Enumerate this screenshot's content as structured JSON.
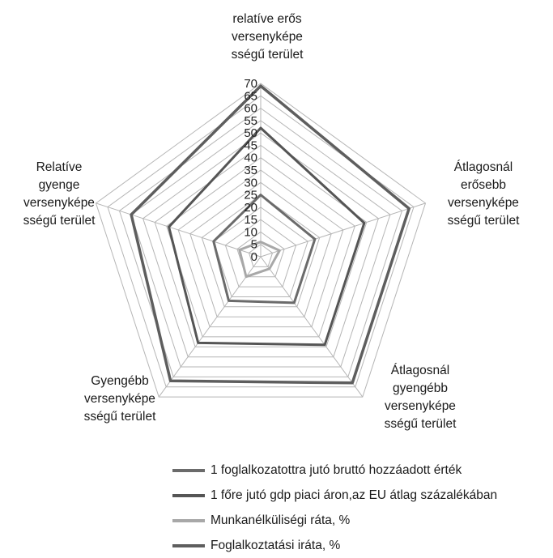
{
  "chart_data": {
    "type": "radar",
    "axes": [
      "relatíve erős\nversenyképe\nsségű terület",
      "Átlagosnál\nerősebb\nversenyképe\nsségű terület",
      "Átlagosnál\ngyengébb\nversenyképe\nsségű terület",
      "Gyengébb\nversenyképe\nsségű terület",
      "Relatíve\ngyenge\nversenyképe\nsségű terület"
    ],
    "r_range": [
      0,
      70
    ],
    "r_step": 5,
    "tick_labels": [
      "0",
      "5",
      "10",
      "15",
      "20",
      "25",
      "30",
      "35",
      "40",
      "45",
      "50",
      "55",
      "60",
      "65",
      "70"
    ],
    "grid": true,
    "legend_position": "bottom",
    "series": [
      {
        "name": "1 foglalkozatottra jutó bruttó hozzáadott érték",
        "values": [
          25,
          23,
          23,
          22,
          20
        ],
        "color": "#6b6b6b"
      },
      {
        "name": "1 főre jutó gdp piaci áron,az EU átlag százalékában",
        "values": [
          52,
          44,
          44,
          43,
          39
        ],
        "color": "#555555"
      },
      {
        "name": "Munkanélküliségi ráta, %",
        "values": [
          6,
          8,
          6,
          10,
          9
        ],
        "color": "#a8a8a8"
      },
      {
        "name": "Foglalkoztatási iráta, %",
        "values": [
          69,
          63,
          63,
          62,
          55
        ],
        "color": "#5e5e5e"
      }
    ]
  }
}
